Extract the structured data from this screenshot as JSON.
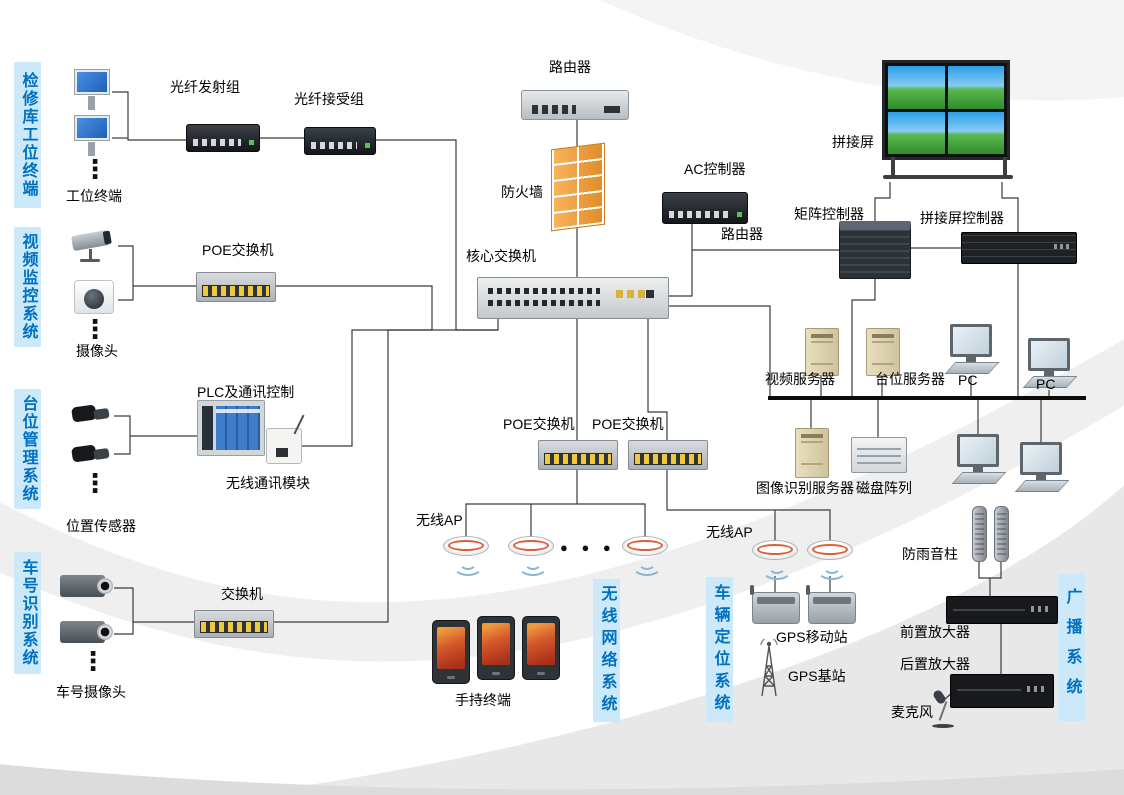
{
  "systems": {
    "left": [
      "检修库工位终端",
      "视频监控系统",
      "台位管理系统",
      "车号识别系统"
    ],
    "right": [
      "无线网络系统",
      "车辆定位系统",
      "广播系统"
    ]
  },
  "labels": {
    "workstation_terminal": "工位终端",
    "fiber_tx": "光纤发射组",
    "fiber_rx": "光纤接受组",
    "router_top": "路由器",
    "firewall": "防火墙",
    "core_switch": "核心交换机",
    "ac_controller": "AC控制器",
    "router_mid": "路由器",
    "splice_screen": "拼接屏",
    "matrix_ctrl": "矩阵控制器",
    "splice_ctrl": "拼接屏控制器",
    "poe_video": "POE交换机",
    "camera": "摄像头",
    "plc": "PLC及通讯控制",
    "wireless_module": "无线通讯模块",
    "position_sensor": "位置传感器",
    "poe_1": "POE交换机",
    "poe_2": "POE交换机",
    "video_server": "视频服务器",
    "station_server": "台位服务器",
    "pc_1": "PC",
    "pc_2": "PC",
    "image_server": "图像识别服务器",
    "disk_array": "磁盘阵列",
    "ap_left": "无线AP",
    "ap_right": "无线AP",
    "handheld": "手持终端",
    "switch_car": "交换机",
    "car_camera": "车号摄像头",
    "gps_mobile": "GPS移动站",
    "gps_base": "GPS基站",
    "rain_speaker": "防雨音柱",
    "pre_amp": "前置放大器",
    "post_amp": "后置放大器",
    "microphone": "麦克风"
  },
  "decor": {
    "dots_v": "⋮",
    "dots_h": "● ● ●"
  },
  "colors": {
    "system_label_bg": "#cce9fa",
    "system_label_text": "#0070c0",
    "wire": "#3b3b3b",
    "bus": "#0b0b0b",
    "firewall_brick": "#ef9d3a",
    "screen_sky": "#2d9fe8",
    "screen_grass": "#2f8c2b"
  }
}
